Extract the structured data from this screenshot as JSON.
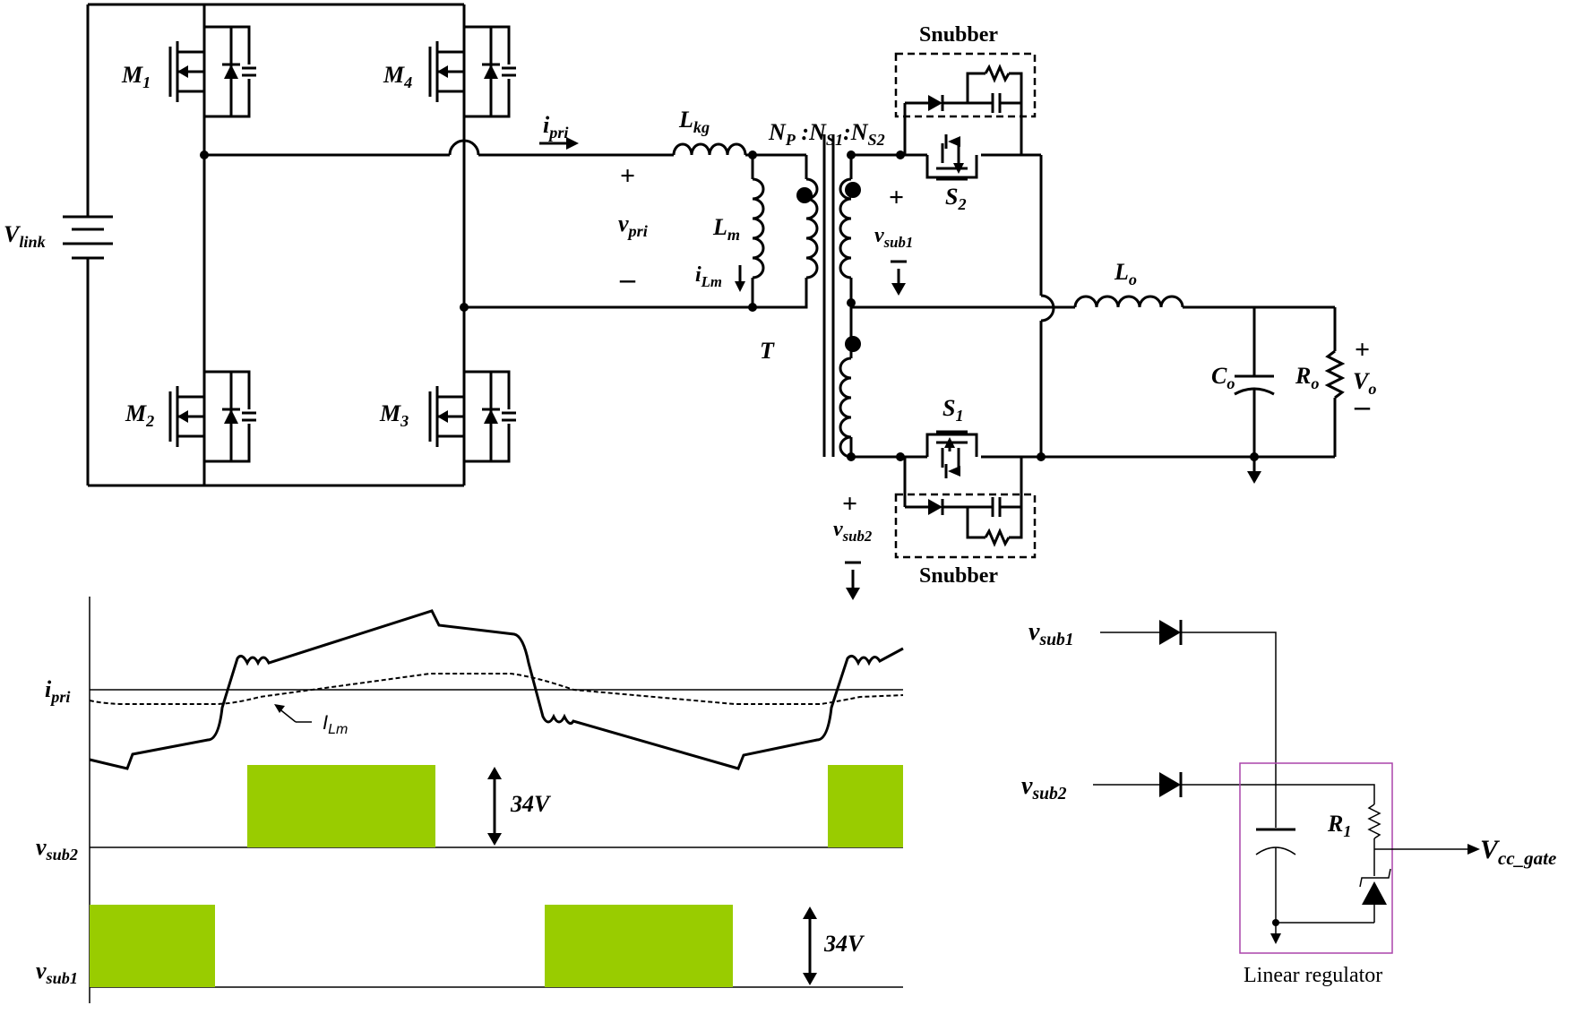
{
  "colors": {
    "wire": "#000000",
    "pulse": "#99cc00",
    "regulator_box": "#aa44aa"
  },
  "labels": {
    "vlink": "V",
    "vlink_sub": "link",
    "m1": "M",
    "m1_sub": "1",
    "m2": "M",
    "m2_sub": "2",
    "m3": "M",
    "m3_sub": "3",
    "m4": "M",
    "m4_sub": "4",
    "ipri": "i",
    "ipri_sub": "pri",
    "lkg": "L",
    "lkg_sub": "kg",
    "vpri": "v",
    "vpri_sub": "pri",
    "plus": "+",
    "minus": "–",
    "lm": "L",
    "lm_sub": "m",
    "ilm": "i",
    "ilm_sub": "Lm",
    "t": "T",
    "turns": "N",
    "turns_p": "P",
    "turns_sep": " :N",
    "turns_s1": "S1",
    "turns_sep2": ":N",
    "turns_s2": "S2",
    "snubber_top": "Snubber",
    "snubber_bottom": "Snubber",
    "s1": "S",
    "s1_sub": "1",
    "s2": "S",
    "s2_sub": "2",
    "vsub1": "v",
    "vsub1_sub": "sub1",
    "vsub2": "v",
    "vsub2_sub": "sub2",
    "lo": "L",
    "lo_sub": "o",
    "co": "C",
    "co_sub": "o",
    "ro": "R",
    "ro_sub": "o",
    "vo": "V",
    "vo_sub": "o",
    "wave_ipri": "i",
    "wave_ipri_sub": "pri",
    "wave_ilm": "I",
    "wave_ilm_sub": "Lm",
    "wave_vsub2": "v",
    "wave_vsub2_sub": "sub2",
    "wave_vsub1": "v",
    "wave_vsub1_sub": "sub1",
    "amp_top": "34V",
    "amp_bottom": "34V",
    "reg_vsub1": "v",
    "reg_vsub1_sub": "sub1",
    "reg_vsub2": "v",
    "reg_vsub2_sub": "sub2",
    "r1": "R",
    "r1_sub": "1",
    "vcc": "V",
    "vcc_sub": "cc_gate",
    "linear_regulator": "Linear regulator"
  }
}
